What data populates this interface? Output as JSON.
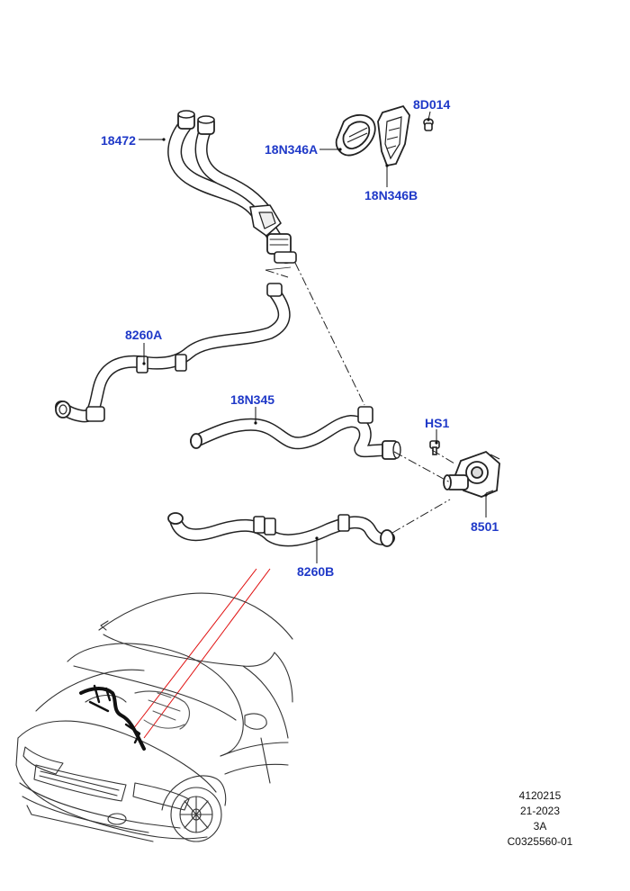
{
  "callouts": {
    "c18472": "18472",
    "c8d014": "8D014",
    "c18n346a": "18N346A",
    "c18n346b": "18N346B",
    "c8260a": "8260A",
    "c18n345": "18N345",
    "chs1": "HS1",
    "c8501": "8501",
    "c8260b": "8260B"
  },
  "reference": {
    "line1": "4120215",
    "line2": "21-2023",
    "line3": "3A",
    "line4": "C0325560-01"
  },
  "colors": {
    "callout_text": "#1f39c8",
    "leader": "#111111",
    "highlight": "#e01010",
    "outline": "#222222"
  }
}
